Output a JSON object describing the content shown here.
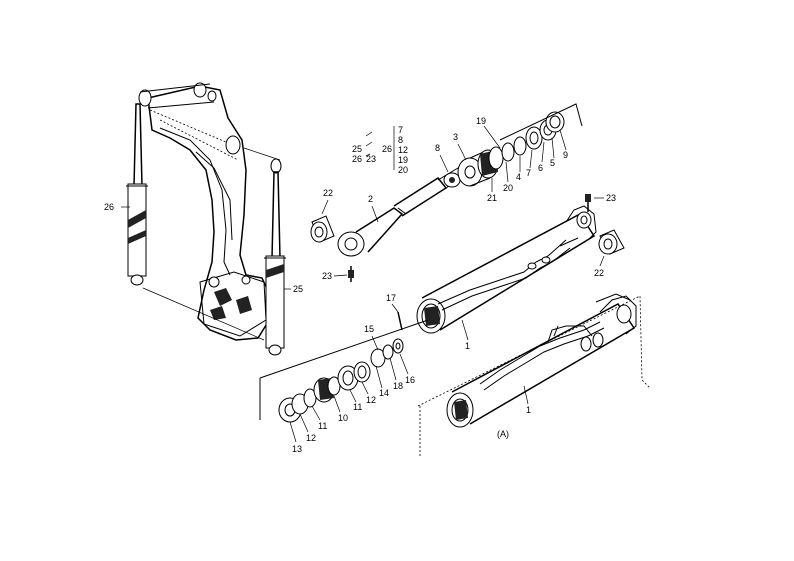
{
  "labels": {
    "p1a": "1",
    "p1b": "1",
    "p2": "2",
    "p3": "3",
    "p4": "4",
    "p5": "5",
    "p6": "6",
    "p7": "7",
    "p8": "8",
    "p9": "9",
    "p10": "10",
    "p11a": "11",
    "p11b": "11",
    "p12a": "12",
    "p12b": "12",
    "p13": "13",
    "p14": "14",
    "p15": "15",
    "p16": "16",
    "p17": "17",
    "p18": "18",
    "p19": "19",
    "p20": "20",
    "p21": "21",
    "p22a": "22",
    "p22b": "22",
    "p23a": "23",
    "p23b": "23",
    "p25": "25",
    "p26": "26",
    "variantA": "(A)"
  },
  "kit_table": {
    "col25": [
      "25",
      "26"
    ],
    "col26a": [
      "23"
    ],
    "col26b": "26",
    "col_list": [
      "7",
      "8",
      "12",
      "19",
      "20"
    ]
  }
}
